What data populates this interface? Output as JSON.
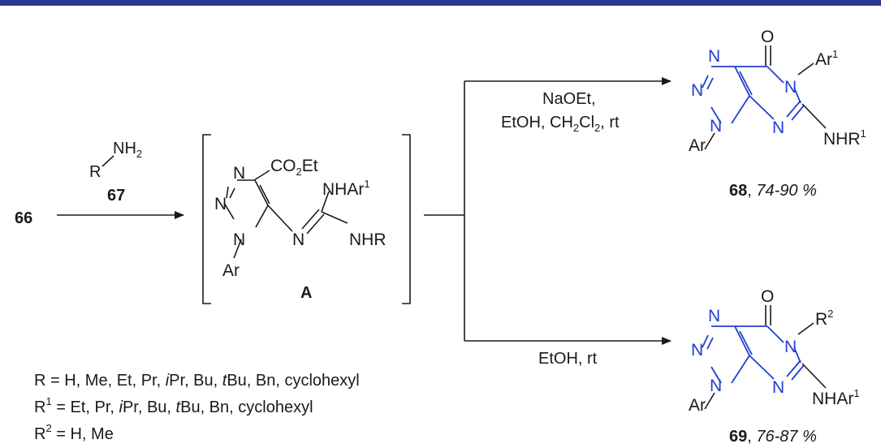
{
  "colors": {
    "accent_bar": "#2b3990",
    "heterocycle": "#1f3fd1",
    "ink": "#1a1a1a"
  },
  "start": {
    "compound": "66"
  },
  "reagent": {
    "prefix": "R",
    "group": "NH",
    "sub": "2",
    "compound": "67"
  },
  "intermediate": {
    "label": "A",
    "ester": {
      "a": "CO",
      "sub": "2",
      "b": "Et"
    },
    "amine_top": {
      "text": "NHAr",
      "sup": "1"
    },
    "amine_bottom": "NHR",
    "atom_N": "N",
    "atom_Ar": "Ar"
  },
  "top_route": {
    "condition_line1": "NaOEt,",
    "condition_line2": {
      "a": "EtOH, CH",
      "s1": "2",
      "b": "Cl",
      "s2": "2",
      "c": ", rt"
    },
    "product": {
      "compound": "68",
      "yield": "74-90 %",
      "n_substituent": {
        "text": "Ar",
        "sup": "1"
      },
      "amine": {
        "text": "NHR",
        "sup": "1"
      }
    }
  },
  "bottom_route": {
    "condition": "EtOH, rt",
    "product": {
      "compound": "69",
      "yield": "76-87 %",
      "n_substituent": {
        "text": "R",
        "sup": "2"
      },
      "amine": {
        "text": "NHAr",
        "sup": "1"
      }
    }
  },
  "product_atoms": {
    "O": "O",
    "N": "N",
    "Ar": "Ar"
  },
  "legend": {
    "r_line": {
      "a": "R = H, Me, Et, Pr, ",
      "i1": "i",
      "b": "Pr, Bu, ",
      "i2": "t",
      "c": "Bu, Bn, cyclohexyl"
    },
    "r1_line": {
      "r": "R",
      "sup": "1",
      "a": " = Et, Pr, ",
      "i1": "i",
      "b": "Pr, Bu, ",
      "i2": "t",
      "c": "Bu, Bn, cyclohexyl"
    },
    "r2_line": {
      "r": "R",
      "sup": "2",
      "a": " = H, Me"
    }
  }
}
